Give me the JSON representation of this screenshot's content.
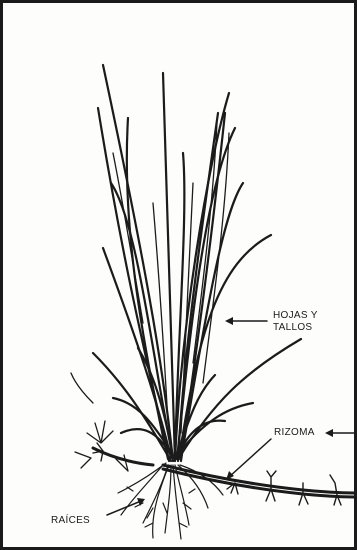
{
  "figure": {
    "labels": {
      "hojas_line1": "HOJAS   Y",
      "hojas_line2": "TALLOS",
      "rizoma": "RIZOMA",
      "raices": "RAÍCES"
    },
    "colors": {
      "ink": "#1b1b1b",
      "paper": "#fdfdfc",
      "border": "#1a1a1a"
    }
  }
}
